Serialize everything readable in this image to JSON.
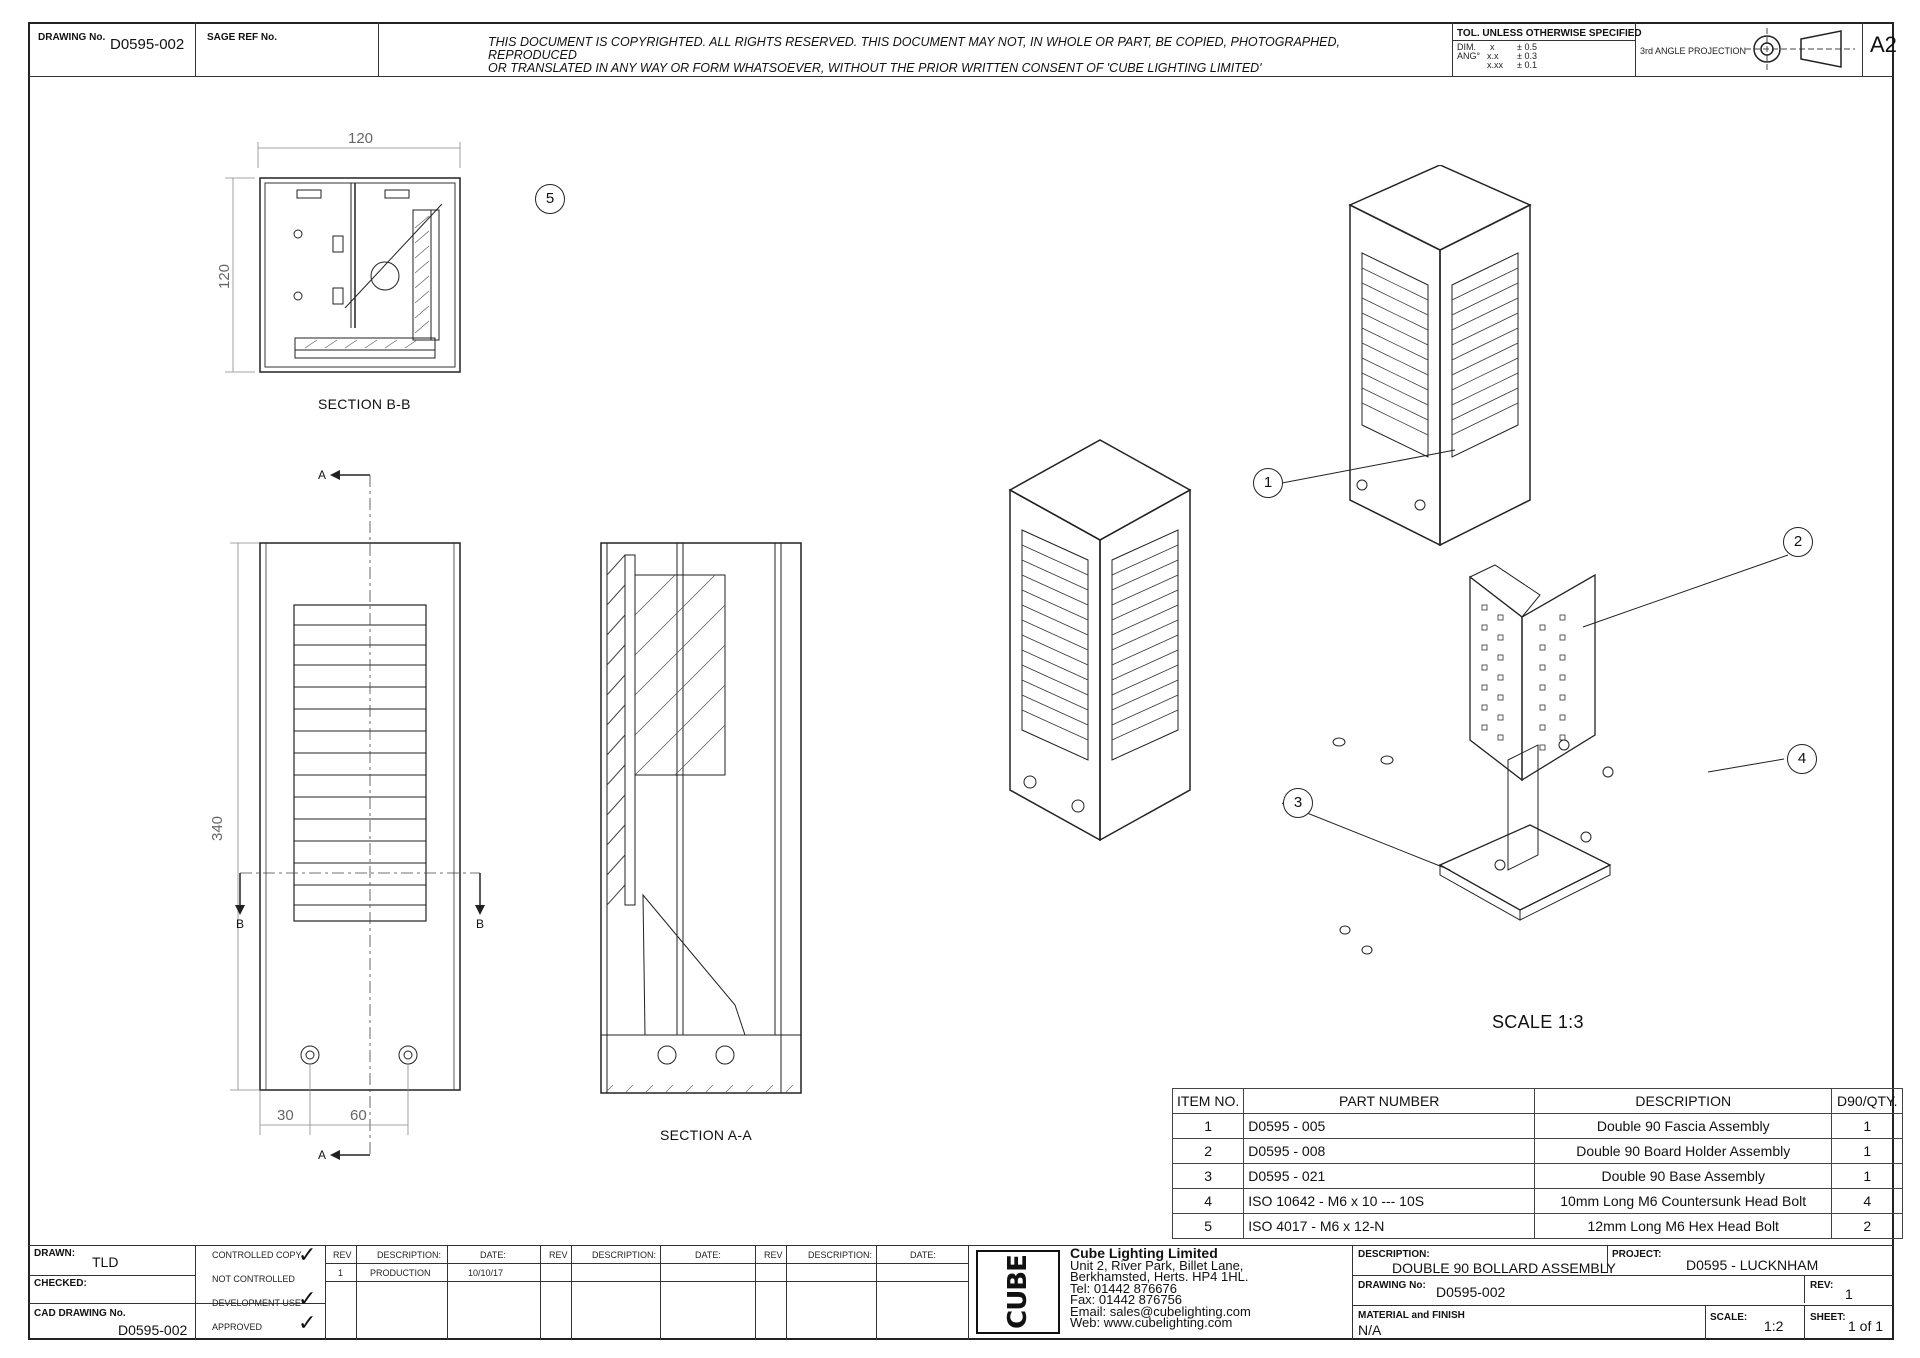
{
  "header": {
    "drawing_no_label": "DRAWING No.",
    "drawing_no": "D0595-002",
    "sage_ref_label": "SAGE REF No.",
    "copyright_line1": "THIS DOCUMENT IS COPYRIGHTED. ALL RIGHTS RESERVED. THIS DOCUMENT MAY NOT, IN WHOLE OR PART, BE COPIED, PHOTOGRAPHED, REPRODUCED",
    "copyright_line2": "OR TRANSLATED IN ANY WAY OR FORM WHATSOEVER, WITHOUT THE PRIOR WRITTEN CONSENT OF 'CUBE LIGHTING LIMITED'",
    "tol_title": "TOL. UNLESS OTHERWISE SPECIFIED",
    "tol_dim": "DIM.",
    "tol_ang": "ANG°",
    "tol_x": "x",
    "tol_x_val": "± 0.5",
    "tol_xx": "x.x",
    "tol_xx_val": "± 0.3",
    "tol_xxx": "x.xx",
    "tol_xxx_val": "± 0.1",
    "projection": "3rd ANGLE PROJECTION",
    "sheet_size": "A2"
  },
  "views": {
    "section_bb": "SECTION B-B",
    "section_aa": "SECTION A-A",
    "scale_note": "SCALE 1:3",
    "dim_120_top": "120",
    "dim_120_side": "120",
    "dim_340": "340",
    "dim_30": "30",
    "dim_60": "60",
    "sec_a_top": "A",
    "sec_a_bottom": "A",
    "sec_b_left": "B",
    "sec_b_right": "B"
  },
  "balloons": [
    "1",
    "2",
    "3",
    "4",
    "5"
  ],
  "bom": {
    "headers": [
      "ITEM NO.",
      "PART NUMBER",
      "DESCRIPTION",
      "D90/QTY."
    ],
    "rows": [
      [
        "1",
        "D0595 - 005",
        "Double 90 Fascia Assembly",
        "1"
      ],
      [
        "2",
        "D0595 - 008",
        "Double 90 Board Holder Assembly",
        "1"
      ],
      [
        "3",
        "D0595 - 021",
        "Double 90 Base Assembly",
        "1"
      ],
      [
        "4",
        "ISO 10642 - M6 x 10 --- 10S",
        "10mm Long M6 Countersunk Head Bolt",
        "4"
      ],
      [
        "5",
        "ISO 4017 - M6 x 12-N",
        "12mm Long M6 Hex Head Bolt",
        "2"
      ]
    ]
  },
  "titleblock": {
    "drawn_label": "DRAWN:",
    "drawn": "TLD",
    "checked_label": "CHECKED:",
    "cad_label": "CAD DRAWING No.",
    "cad_no": "D0595-002",
    "status": [
      "CONTROLLED COPY",
      "NOT CONTROLLED",
      "DEVELOPMENT USE",
      "APPROVED"
    ],
    "rev_head": "REV",
    "desc_head": "DESCRIPTION:",
    "date_head": "DATE:",
    "rev1": "1",
    "rev1_desc": "PRODUCTION",
    "rev1_date": "10/10/17",
    "logo": "CUBE",
    "company": "Cube Lighting Limited",
    "address1": "Unit 2, River Park, Billet Lane,",
    "address2": "Berkhamsted, Herts. HP4 1HL.",
    "tel": "Tel: 01442 876676",
    "fax": "Fax: 01442 876756",
    "email": "Email: sales@cubelighting.com",
    "web": "Web: www.cubelighting.com",
    "description_label": "DESCRIPTION:",
    "description": "DOUBLE 90 BOLLARD ASSEMBLY",
    "project_label": "PROJECT:",
    "project": "D0595 - LUCKNHAM",
    "drawing_no_label": "DRAWING No:",
    "drawing_no": "D0595-002",
    "rev_label": "REV:",
    "rev": "1",
    "material_label": "MATERIAL and FINISH",
    "material": "N/A",
    "scale_label": "SCALE:",
    "scale": "1:2",
    "sheet_label": "SHEET:",
    "sheet": "1 of 1"
  }
}
